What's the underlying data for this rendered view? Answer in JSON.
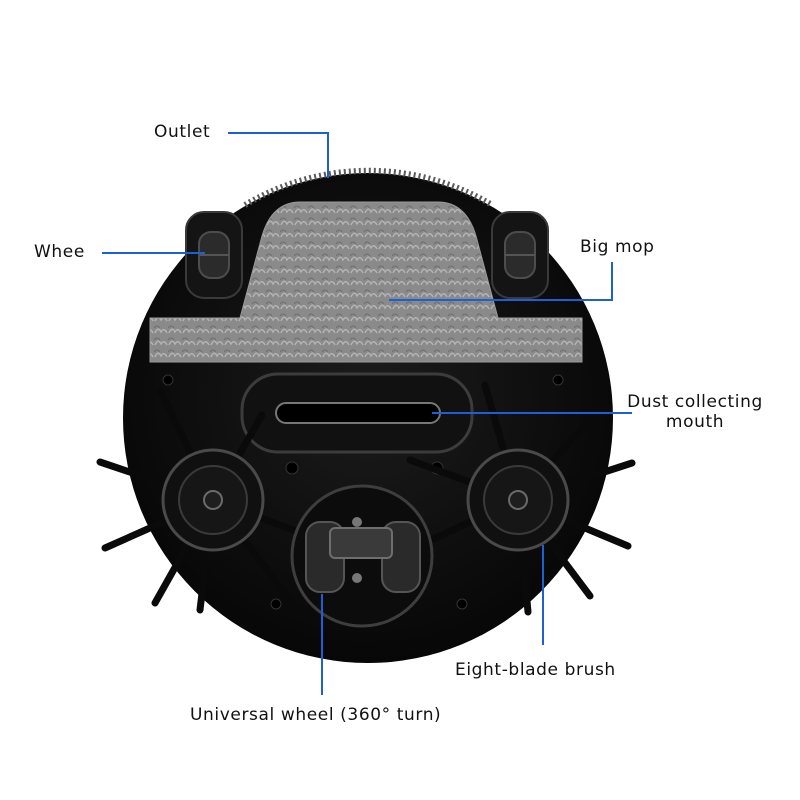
{
  "labels": {
    "outlet": "Outlet",
    "wheel": "Whee",
    "big_mop": "Big mop",
    "dust_collecting_mouth": "Dust collecting mouth",
    "eight_blade_brush": "Eight-blade brush",
    "universal_wheel": "Universal wheel (360° turn)"
  },
  "colors": {
    "leader_line": "#1e5fd6",
    "body": "#0d0d0d",
    "mop": "#8c8c8c",
    "label_text": "#111111"
  }
}
